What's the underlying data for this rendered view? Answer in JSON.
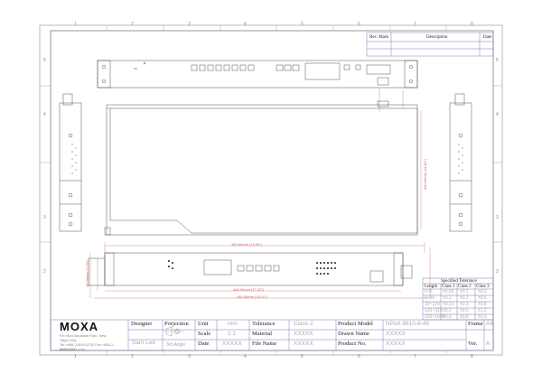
{
  "grid": {
    "columns": [
      "1",
      "2",
      "3",
      "4",
      "5",
      "6",
      "7",
      "8"
    ],
    "rows": [
      "5",
      "4",
      "3",
      "2"
    ]
  },
  "revision_table": {
    "headers": [
      "Rev. Mark",
      "Description",
      "Date"
    ]
  },
  "dimensions": {
    "top_width": "440.00mm (18.11\")",
    "front_width": "440.00mm (17.32\")",
    "rack_width": "482.60mm (19.00\")",
    "side_depth": "300.00mm (11.81\")",
    "height": "44.00mm (1.73\")"
  },
  "tolerance_table": {
    "title": "Specified Tolerance",
    "headers": [
      "Length",
      "Class 1",
      "Class 2",
      "Class 3"
    ],
    "rows": [
      [
        "0~6",
        "±0.05",
        "±0.1",
        "±0.2"
      ],
      [
        "6~30",
        "±0.1",
        "±0.2",
        "±0.5"
      ],
      [
        "30~120",
        "±0.15",
        "±0.3",
        "±0.8"
      ],
      [
        "120~315",
        "±0.2",
        "±0.5",
        "±1.2"
      ],
      [
        "315~1000",
        "±0.3",
        "±0.8",
        "±2.0"
      ]
    ]
  },
  "title_block": {
    "logo": "MOXA",
    "company_address": "Fei Hwa Industrial Park, New Taipei City",
    "contact_line": "Tel:+886-2-89191230  Fax:+886-2-89191231",
    "website": "www.moxa.com",
    "designer_label": "Designer",
    "designer_value": "Sam Lee",
    "projection_label": "Porjection",
    "projection_value": "3rd Angle",
    "unit_label": "Unit",
    "unit_value": "mm",
    "scale_label": "Scale",
    "scale_value": "1:1",
    "date_label": "Date",
    "date_value": "XXXXX",
    "tolerance_label": "Tolerance",
    "tolerance_value": "Class 2",
    "material_label": "Material",
    "material_value": "XXXXX",
    "filename_label": "File Name",
    "filename_value": "XXXXX",
    "product_model_label": "Product Model",
    "product_model_value": "NPort 6610-8-48",
    "drawn_name_label": "Drawn Name",
    "drawn_name_value": "XXXXX",
    "product_no_label": "Product No.",
    "product_no_value": "XXXXX",
    "frame_label": "Frame",
    "frame_value": "A4",
    "ver_label": "Ver.",
    "ver_value": "A"
  },
  "colors": {
    "line": "#8a8a8a",
    "dark_line": "#444444",
    "dim_line": "#d07070",
    "table_line": "#7a7ab8"
  }
}
